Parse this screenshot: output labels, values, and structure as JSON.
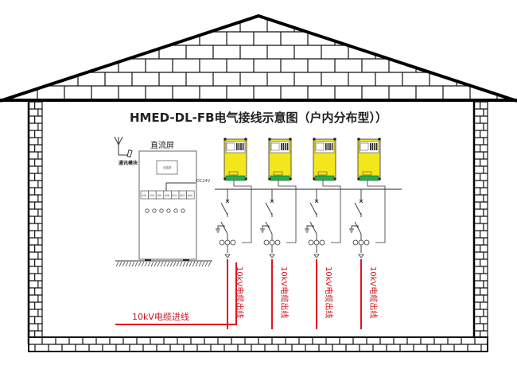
{
  "title": "HMED-DL-FB电气接线示意图（户内分布型））",
  "dc_panel": {
    "label": "直流屏",
    "display_label": "液晶屏",
    "voltage_label": "DC24V",
    "terminals": [
      "10K",
      "20K",
      "30K",
      "40K",
      "KO1",
      "KO2",
      "AA0"
    ],
    "indicator_count": 6
  },
  "comm_module": {
    "label": "通讯模块",
    "icon": "antenna-icon"
  },
  "feeders": [
    {
      "device": "fault-indicator-unit",
      "cable_label": "10kV电缆出线"
    },
    {
      "device": "fault-indicator-unit",
      "cable_label": "10kV电缆出线"
    },
    {
      "device": "fault-indicator-unit",
      "cable_label": "10kV电缆出线"
    },
    {
      "device": "fault-indicator-unit",
      "cable_label": "10kV电缆出线"
    }
  ],
  "incoming_cable": {
    "label": "10kV电缆进线"
  },
  "colors": {
    "cable": "#e0141e",
    "device_body": "#f3e61c",
    "device_connector": "#22b14c",
    "line": "#333333",
    "wall": "#000000"
  }
}
